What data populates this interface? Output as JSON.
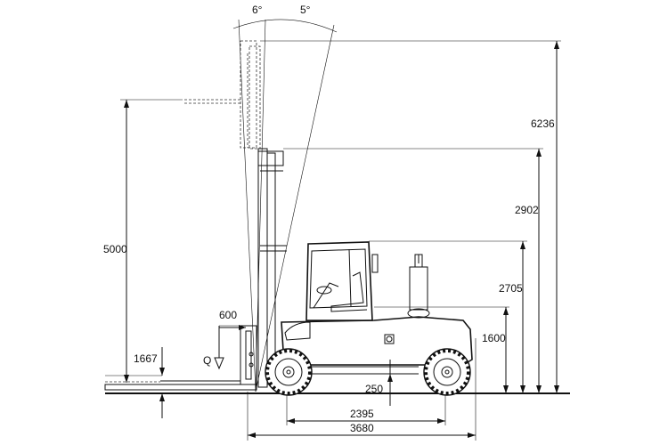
{
  "angles": {
    "forward_tilt": "6°",
    "backward_tilt": "5°"
  },
  "dimensions": {
    "max_height_mast_extended": "6236",
    "max_lift_height": "5000",
    "mast_height_lowered": "2902",
    "overhead_guard_height": "2705",
    "seat_height": "1600",
    "load_center": "600",
    "free_lift": "1667",
    "ground_clearance": "250",
    "wheelbase": "2395",
    "overall_length": "3680",
    "load_symbol": "Q"
  }
}
